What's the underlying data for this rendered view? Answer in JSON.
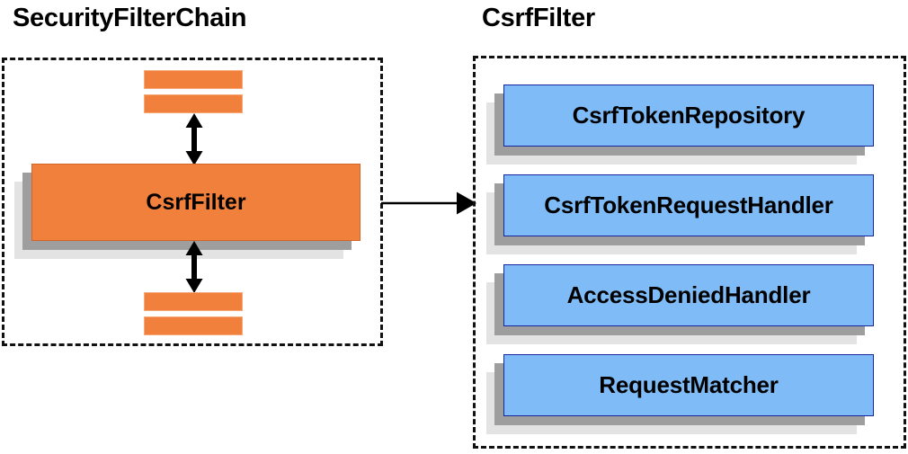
{
  "diagram": {
    "type": "architecture-block-diagram",
    "background": "#ffffff",
    "panels": [
      {
        "id": "security-filter-chain",
        "title": "SecurityFilterChain",
        "border_style": "dashed",
        "border_color": "#111111",
        "blocks": [
          {
            "label": "CsrfFilter",
            "color": "#f1803c",
            "kind": "orange-card"
          }
        ],
        "unlabeled_bars": 4,
        "bar_color": "#f1803c"
      },
      {
        "id": "csrf-filter",
        "title": "CsrfFilter",
        "border_style": "dashed",
        "border_color": "#111111",
        "blocks": [
          {
            "label": "CsrfTokenRepository",
            "color": "#7fbcf7",
            "kind": "blue-card"
          },
          {
            "label": "CsrfTokenRequestHandler",
            "color": "#7fbcf7",
            "kind": "blue-card"
          },
          {
            "label": "AccessDeniedHandler",
            "color": "#7fbcf7",
            "kind": "blue-card"
          },
          {
            "label": "RequestMatcher",
            "color": "#7fbcf7",
            "kind": "blue-card"
          }
        ]
      }
    ],
    "connectors": [
      {
        "id": "chain-up",
        "from": "CsrfFilter",
        "to": "filter-above",
        "direction": "bidirectional",
        "orientation": "vertical"
      },
      {
        "id": "chain-down",
        "from": "CsrfFilter",
        "to": "filter-below",
        "direction": "bidirectional",
        "orientation": "vertical"
      },
      {
        "id": "expand-link",
        "from": "SecurityFilterChain",
        "to": "CsrfFilter",
        "direction": "forward",
        "orientation": "horizontal"
      }
    ],
    "palette": {
      "orange": "#f1803c",
      "blue": "#7fbcf7",
      "blue_border": "#18269c",
      "shadow_near": "#9e9e9e",
      "shadow_far": "#e3e3e3",
      "line": "#000000"
    }
  }
}
